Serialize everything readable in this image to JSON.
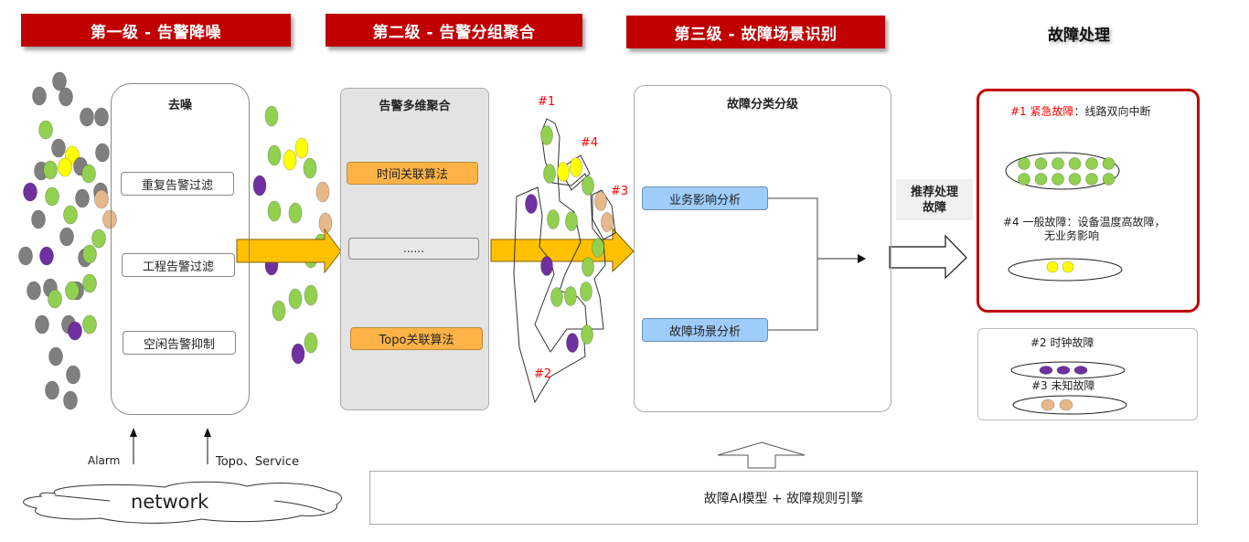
{
  "headers": {
    "stage1": "第一级 - 告警降噪",
    "stage2": "第二级 - 告警分组聚合",
    "stage3": "第三级 - 故障场景识别",
    "stage4": "故障处理"
  },
  "denoise": {
    "title": "去噪",
    "steps": [
      "重复告警过滤",
      "工程告警过滤",
      "空闲告警抑制"
    ]
  },
  "aggregation": {
    "title": "告警多维聚合",
    "algorithms": [
      "时间关联算法",
      "......",
      "Topo关联算法"
    ]
  },
  "clusters": {
    "labels": [
      "#1",
      "#2",
      "#3",
      "#4"
    ]
  },
  "classification": {
    "title": "故障分类分级",
    "analyses": [
      "业务影响分析",
      "故障场景分析"
    ]
  },
  "recommend": {
    "line1": "推荐处理",
    "line2": "故障"
  },
  "faults": {
    "urgent": {
      "id": "#1",
      "level": "紧急故障",
      "desc": "：线路双向中断",
      "dot_count": 12
    },
    "general": {
      "line1": "#4 一般故障：设备温度高故障，",
      "line2": "无业务影响",
      "dot_count": 2
    },
    "clock": {
      "label": "#2 时钟故障",
      "dot_count": 3
    },
    "unknown": {
      "label": "#3 未知故障",
      "dot_count": 2
    }
  },
  "inputs": {
    "alarm": "Alarm",
    "topo_service": "Topo、Service",
    "network": "network"
  },
  "engine": {
    "label": "故障AI模型 + 故障规则引擎"
  },
  "colors": {
    "header_red": "#c00000",
    "dot_gray": "#7f7f7f",
    "dot_green": "#92d050",
    "dot_yellow": "#ffff00",
    "dot_purple": "#7030a0",
    "dot_tan": "#e6b88a",
    "arrow_orange": "#ffc000",
    "urgent_red": "#ff0000"
  }
}
